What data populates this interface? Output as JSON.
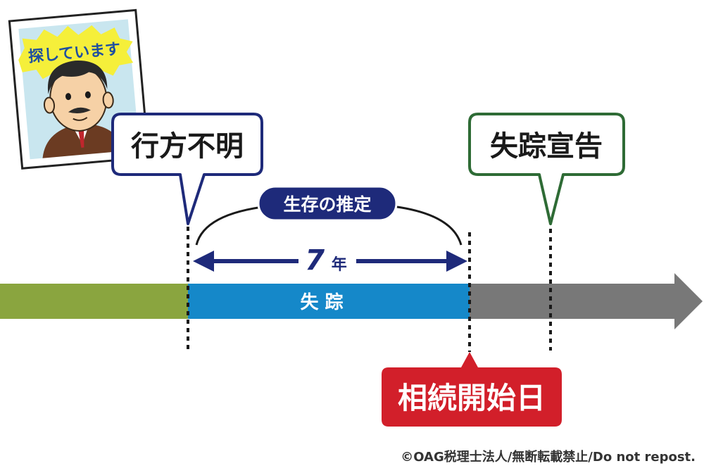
{
  "poster": {
    "banner": "探しています"
  },
  "callouts": {
    "missing": "行方不明",
    "declaration": "失踪宣告",
    "inheritance": "相続開始日"
  },
  "presumption": {
    "label": "生存の推定",
    "years_number": "7",
    "years_unit": "年"
  },
  "timeline": {
    "missing_label": "失 踪"
  },
  "footer": {
    "copyright": "©OAG税理士法人/無断転載禁止/Do not repost."
  },
  "colors": {
    "navy": "#1e2a7a",
    "green_before": "#8aa53f",
    "blue_missing": "#1588c9",
    "gray_after": "#787878",
    "red": "#d21f2a",
    "dark_green": "#2e6b35",
    "yellow": "#f5ef3a"
  },
  "icons": {
    "missing_person_poster": "missing-person-poster-icon"
  }
}
